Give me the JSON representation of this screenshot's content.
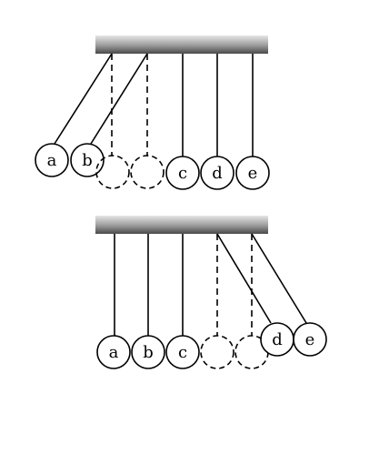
{
  "figure": {
    "top_panel": {
      "caption": "",
      "balls": [
        {
          "label": "a",
          "state": "swung-left"
        },
        {
          "label": "b",
          "state": "swung-left"
        },
        {
          "label": "",
          "state": "ghost-rest"
        },
        {
          "label": "",
          "state": "ghost-rest"
        },
        {
          "label": "c",
          "state": "at-rest"
        },
        {
          "label": "d",
          "state": "at-rest"
        },
        {
          "label": "e",
          "state": "at-rest"
        }
      ]
    },
    "bottom_panel": {
      "caption": "",
      "balls": [
        {
          "label": "a",
          "state": "at-rest"
        },
        {
          "label": "b",
          "state": "at-rest"
        },
        {
          "label": "c",
          "state": "at-rest"
        },
        {
          "label": "",
          "state": "ghost-rest"
        },
        {
          "label": "",
          "state": "ghost-rest"
        },
        {
          "label": "d",
          "state": "swung-right"
        },
        {
          "label": "e",
          "state": "swung-right"
        }
      ]
    }
  },
  "colors": {
    "line": "#000000",
    "bar_dark": "#4a4a4a",
    "bar_light": "#e6e6e6"
  }
}
